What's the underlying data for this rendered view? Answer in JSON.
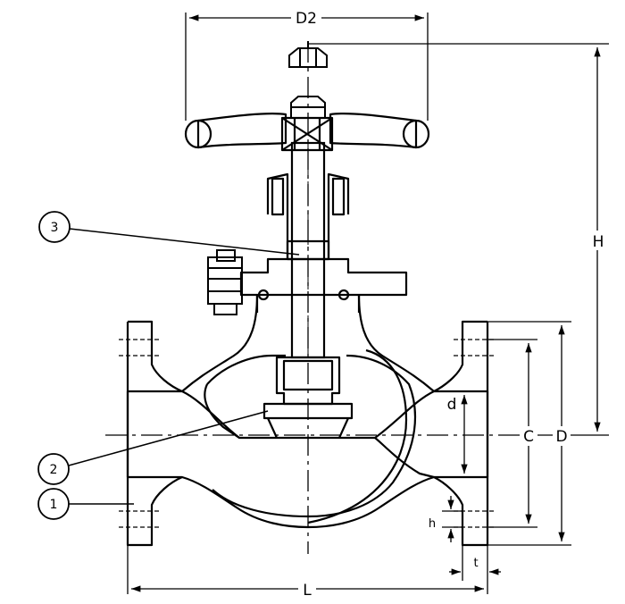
{
  "diagram": {
    "dimensions": {
      "d2": "D2",
      "h_height": "H",
      "d_small": "d",
      "c": "C",
      "d_big": "D",
      "h_small": "h",
      "t": "t",
      "l": "L"
    },
    "callouts": {
      "c1": "1",
      "c2": "2",
      "c3": "3"
    }
  }
}
